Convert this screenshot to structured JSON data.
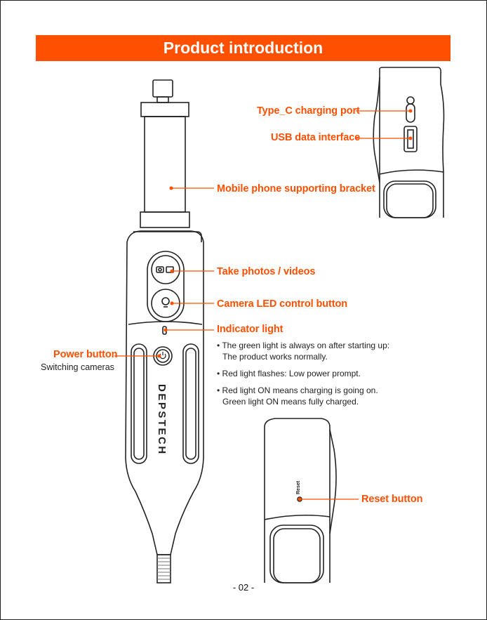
{
  "header": {
    "title": "Product introduction"
  },
  "callouts": {
    "type_c": "Type_C charging port",
    "usb": "USB data interface",
    "bracket": "Mobile phone supporting bracket",
    "photos": "Take photos / videos",
    "led": "Camera LED control button",
    "indicator": "Indicator light",
    "power": "Power button",
    "power_sub": "Switching cameras",
    "reset": "Reset button"
  },
  "indicator_notes": [
    {
      "line1": "• The green light is always on after starting up:",
      "line2": "The product works normally."
    },
    {
      "line1": "• Red light flashes: Low power prompt.",
      "line2": ""
    },
    {
      "line1": "• Red light ON means charging is going on.",
      "line2": "Green light ON means fully charged."
    }
  ],
  "device": {
    "brand": "DEPSTECH",
    "reset_marking": "Reset"
  },
  "page_number": "- 02 -",
  "colors": {
    "accent": "#ff4f00",
    "line": "#222222"
  }
}
